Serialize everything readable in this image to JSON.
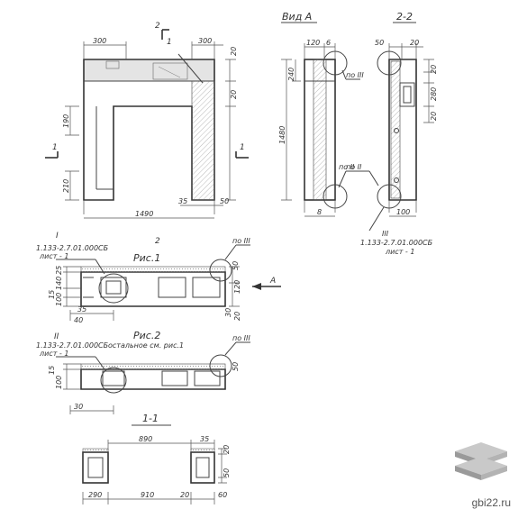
{
  "titles": {
    "view_a": "Вид А",
    "section_22": "2-2",
    "fig1": "Рис.1",
    "fig2": "Рис.2",
    "section_11": "1-1",
    "fig2_note": "остальное см. рис.1"
  },
  "markers": {
    "m1": "1",
    "m2": "2",
    "mI": "I",
    "mII": "II",
    "mIII": "III",
    "arrowA": "А",
    "po3": "по III",
    "po2": "по II"
  },
  "refs": {
    "ref1_code": "1.133-2.7.01.000СБ",
    "ref1_sheet": "лист - 1",
    "ref2_code": "1.133-2.7.01.000СБ",
    "ref2_sheet": "лист - 1",
    "ref3_code": "1.133-2.7.01.000СБ",
    "ref3_sheet": "лист - 1"
  },
  "dims": {
    "d300a": "300",
    "d300b": "300",
    "d20a": "20",
    "d20b": "20",
    "d190": "190",
    "d1490": "1490",
    "d210": "210",
    "d35": "35",
    "d50": "50",
    "va120": "120",
    "va6": "6",
    "va240": "240",
    "va1480": "1480",
    "va8": "8",
    "s50": "50",
    "s20a": "20",
    "s20b": "20",
    "s20c": "20",
    "s280": "280",
    "s100": "100",
    "f1_50": "50",
    "f1_25": "25",
    "f1_140": "140",
    "f1_15": "15",
    "f1_100": "100",
    "f1_35": "35",
    "f1_40": "40",
    "f1_30": "30",
    "f1_20": "20",
    "f1_120": "120",
    "f2_15": "15",
    "f2_100": "100",
    "f2_30": "30",
    "f2_50": "50",
    "s11_890": "890",
    "s11_35": "35",
    "s11_290": "290",
    "s11_910": "910",
    "s11_20a": "20",
    "s11_60": "60",
    "s11_20b": "20",
    "s11_50": "50"
  },
  "watermark": {
    "site": "gbi22.ru",
    "logo_icon": "stacked-slabs-icon"
  }
}
